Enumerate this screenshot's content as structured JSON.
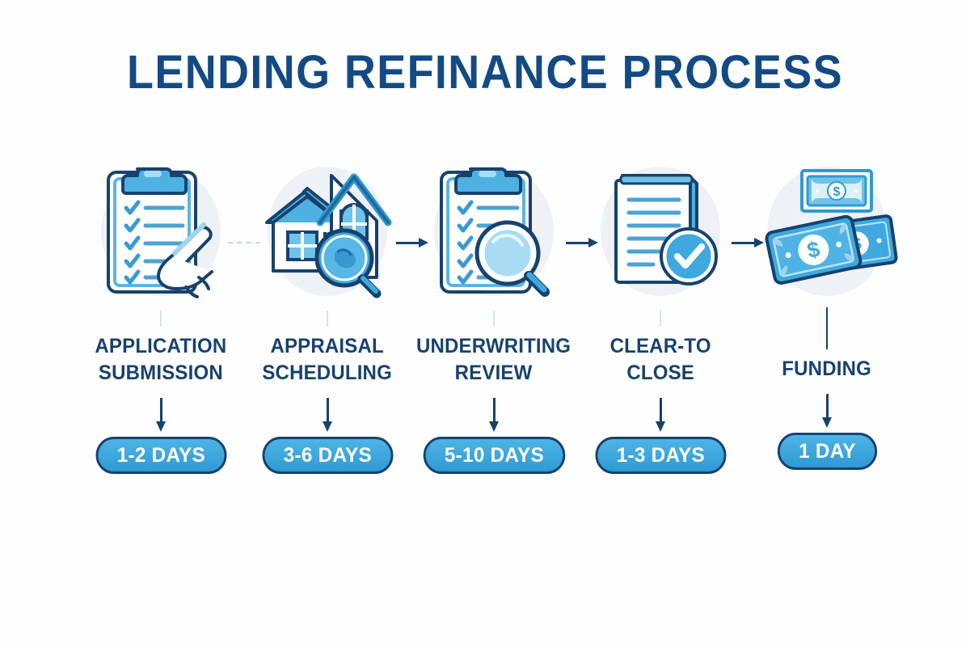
{
  "header": {
    "title": "LENDING REFINANCE PROCESS"
  },
  "colors": {
    "title_blue": "#134A83",
    "label_blue": "#17426E",
    "pill_fill": "#3DA5DC",
    "pill_border": "#17426E",
    "pill_text": "#FFFFFF",
    "halo": "#EEF1F6",
    "icon_light_blue": "#5BB5E4",
    "icon_dark_blue": "#17426E"
  },
  "steps": [
    {
      "index": 1,
      "icon": "clipboard-checklist-pen-icon",
      "label_line1": "APPLICATION",
      "label_line2": "SUBMISSION",
      "duration": "1-2 DAYS"
    },
    {
      "index": 2,
      "icon": "house-magnifier-icon",
      "label_line1": "APPRAISAL",
      "label_line2": "SCHEDULING",
      "duration": "3-6 DAYS"
    },
    {
      "index": 3,
      "icon": "clipboard-magnifier-icon",
      "label_line1": "UNDERWRITING",
      "label_line2": "REVIEW",
      "duration": "5-10 DAYS"
    },
    {
      "index": 4,
      "icon": "document-check-circle-icon",
      "label_line1": "CLEAR-TO",
      "label_line2": "CLOSE",
      "duration": "1-3 DAYS"
    },
    {
      "index": 5,
      "icon": "banknotes-dollar-icon",
      "label_line1": "FUNDING",
      "label_line2": "",
      "duration": "1 DAY"
    }
  ],
  "connectors": [
    {
      "type": "dashed-arrow",
      "from": 1,
      "to": 2
    },
    {
      "type": "solid-arrow",
      "from": 2,
      "to": 3
    },
    {
      "type": "solid-arrow",
      "from": 3,
      "to": 4
    },
    {
      "type": "solid-arrow",
      "from": 4,
      "to": 5
    }
  ]
}
